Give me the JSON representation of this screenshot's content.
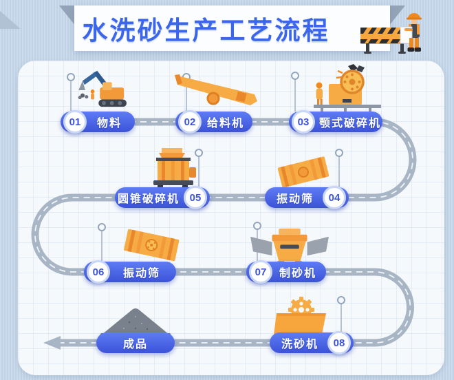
{
  "banner": {
    "title": "水洗砂生产工艺流程",
    "decoration_icons": [
      "barrier-icon",
      "construction-worker-icon"
    ]
  },
  "flow": {
    "steps": [
      {
        "number": "01",
        "label": "物料",
        "icon": "excavator-icon"
      },
      {
        "number": "02",
        "label": "给料机",
        "icon": "feeder-icon"
      },
      {
        "number": "03",
        "label": "颚式破碎机",
        "icon": "jaw-crusher-icon"
      },
      {
        "number": "04",
        "label": "振动筛",
        "icon": "vibrating-screen-icon"
      },
      {
        "number": "05",
        "label": "圆锥破碎机",
        "icon": "cone-crusher-icon"
      },
      {
        "number": "06",
        "label": "振动筛",
        "icon": "vibrating-screen-icon"
      },
      {
        "number": "07",
        "label": "制砂机",
        "icon": "sand-maker-icon"
      },
      {
        "number": "08",
        "label": "洗砂机",
        "icon": "sand-washer-icon"
      }
    ],
    "final": {
      "label": "成品",
      "icon": "sand-pile-icon"
    }
  },
  "colors": {
    "title_blue": "#3b66ea",
    "pill_blue_dark": "#3c53d9",
    "pill_blue_light": "#5e7cf3",
    "machine_orange": "#f6ab44",
    "machine_orange_dark": "#e8872b",
    "road_gray": "#a8b5c5",
    "road_dash": "#f0f4f8",
    "panel_bg": "#f6f9fc",
    "background_stripe": "#c6d7e9"
  }
}
